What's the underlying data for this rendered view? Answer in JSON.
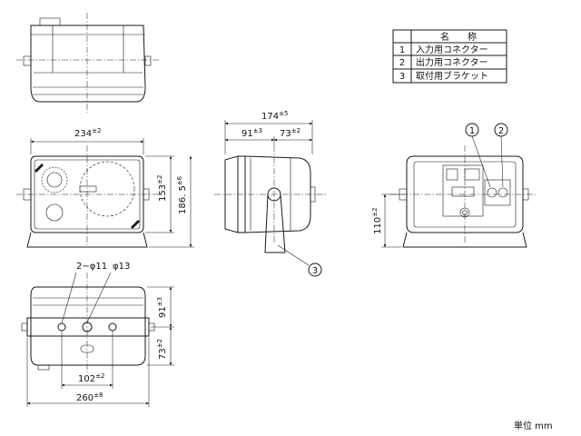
{
  "parts_table": {
    "header_no": "",
    "header_name": "名　　称",
    "rows": [
      {
        "no": "1",
        "name": "入力用コネクター"
      },
      {
        "no": "2",
        "name": "出力用コネクター"
      },
      {
        "no": "3",
        "name": "取付用ブラケット"
      }
    ]
  },
  "dimensions": {
    "width_front": "234",
    "width_front_tol": "±2",
    "height_body": "153",
    "height_body_tol": "±2",
    "height_total": "186. 5",
    "height_total_tol": "±6",
    "depth_total": "174",
    "depth_total_tol": "±5",
    "depth_front": "91",
    "depth_front_tol": "±3",
    "depth_rear": "73",
    "depth_rear_tol": "±2",
    "rear_height": "110",
    "rear_height_tol": "±2",
    "holes_small": "2−φ11",
    "hole_large": "φ13",
    "bottom_depth_front": "91",
    "bottom_depth_front_tol": "±3",
    "bottom_depth_rear": "73",
    "bottom_depth_rear_tol": "±2",
    "hole_pitch": "102",
    "hole_pitch_tol": "±2",
    "bracket_width": "260",
    "bracket_width_tol": "±8"
  },
  "callouts": {
    "c1": "1",
    "c2": "2",
    "c3": "3"
  },
  "unit_label": "単位 mm"
}
